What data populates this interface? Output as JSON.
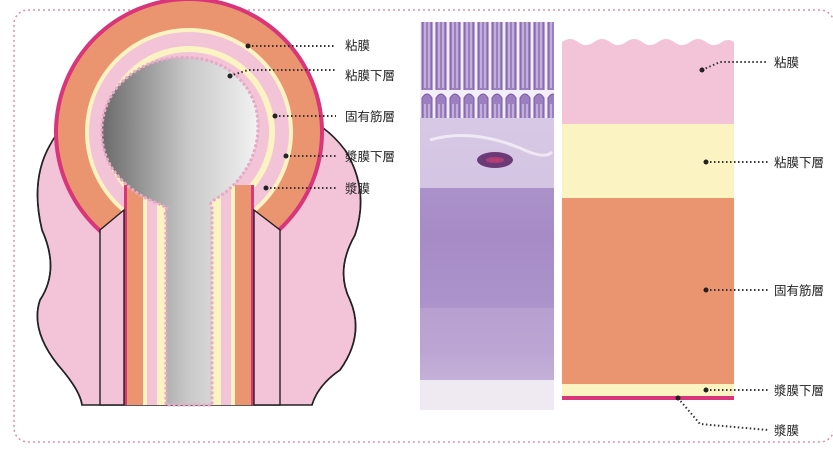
{
  "colors": {
    "mucosa": "#f3c4d8",
    "submucosa": "#fbf3c2",
    "muscularis": "#eb9470",
    "serosa_line": "#d8357a",
    "frame": "#e58aa8",
    "lumen_dark": "#6a6a6a",
    "lumen_light": "#f0f0f0"
  },
  "left_labels": [
    "粘膜",
    "粘膜下層",
    "固有筋層",
    "漿膜下層",
    "漿膜"
  ],
  "right_labels": [
    "粘膜",
    "粘膜下層",
    "固有筋層",
    "漿膜下層",
    "漿膜"
  ],
  "right_layers": [
    {
      "name": "粘膜",
      "color_key": "mucosa"
    },
    {
      "name": "粘膜下層",
      "color_key": "submucosa"
    },
    {
      "name": "固有筋層",
      "color_key": "muscularis"
    },
    {
      "name": "漿膜下層",
      "color_key": "submucosa"
    },
    {
      "name": "漿膜",
      "color_key": "serosa_line"
    }
  ],
  "histology_image": "H&E stained tissue section (mucosa with villi, submucosa, muscle layer)"
}
